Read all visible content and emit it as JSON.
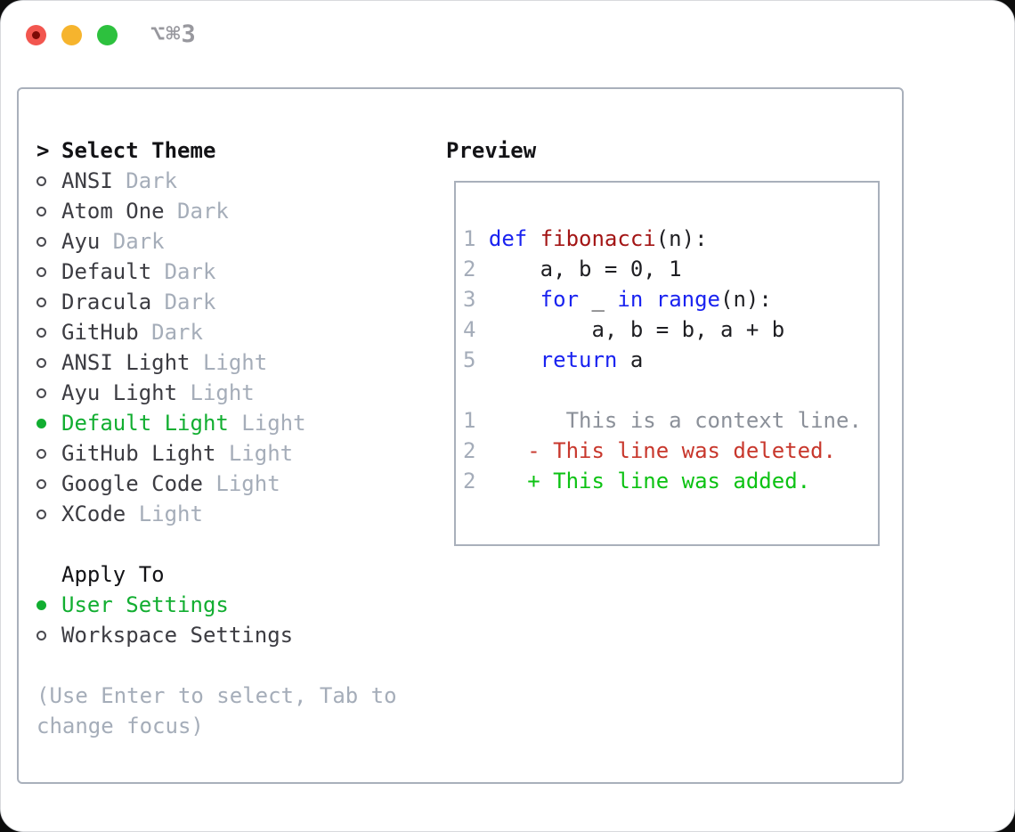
{
  "window": {
    "title": "⌥⌘3"
  },
  "titlebar_icons": [
    "close-icon",
    "minimize-icon",
    "zoom-icon"
  ],
  "theme_selector": {
    "cursor": ">",
    "header": "Select Theme",
    "items": [
      {
        "label": "ANSI",
        "variant": "Dark",
        "selected": false
      },
      {
        "label": "Atom One",
        "variant": "Dark",
        "selected": false
      },
      {
        "label": "Ayu",
        "variant": "Dark",
        "selected": false
      },
      {
        "label": "Default",
        "variant": "Dark",
        "selected": false
      },
      {
        "label": "Dracula",
        "variant": "Dark",
        "selected": false
      },
      {
        "label": "GitHub",
        "variant": "Dark",
        "selected": false
      },
      {
        "label": "ANSI Light",
        "variant": "Light",
        "selected": false
      },
      {
        "label": "Ayu Light",
        "variant": "Light",
        "selected": false
      },
      {
        "label": "Default Light",
        "variant": "Light",
        "selected": true
      },
      {
        "label": "GitHub Light",
        "variant": "Light",
        "selected": false
      },
      {
        "label": "Google Code",
        "variant": "Light",
        "selected": false
      },
      {
        "label": "XCode",
        "variant": "Light",
        "selected": false
      }
    ]
  },
  "apply_to": {
    "header": "Apply To",
    "options": [
      {
        "label": "User Settings",
        "selected": true
      },
      {
        "label": "Workspace Settings",
        "selected": false
      }
    ]
  },
  "hint": "(Use Enter to select, Tab to change focus)",
  "preview": {
    "header": "Preview",
    "lines": [
      {
        "num": "1",
        "segments": [
          {
            "t": "def",
            "c": "kw"
          },
          {
            "t": " "
          },
          {
            "t": "fibonacci",
            "c": "fn"
          },
          {
            "t": "(n):"
          }
        ]
      },
      {
        "num": "2",
        "segments": [
          {
            "t": "    a, b = 0, 1"
          }
        ]
      },
      {
        "num": "3",
        "segments": [
          {
            "t": "    "
          },
          {
            "t": "for",
            "c": "kw"
          },
          {
            "t": " _ "
          },
          {
            "t": "in",
            "c": "kw"
          },
          {
            "t": " "
          },
          {
            "t": "range",
            "c": "kw"
          },
          {
            "t": "(n):"
          }
        ]
      },
      {
        "num": "4",
        "segments": [
          {
            "t": "        a, b = b, a + b"
          }
        ]
      },
      {
        "num": "5",
        "segments": [
          {
            "t": "    "
          },
          {
            "t": "return",
            "c": "kw"
          },
          {
            "t": " a"
          }
        ]
      },
      {
        "num": "",
        "segments": []
      },
      {
        "num": "1",
        "segments": [
          {
            "t": "      This is a context line.",
            "c": "ctx"
          }
        ]
      },
      {
        "num": "2",
        "segments": [
          {
            "t": "   - This line was deleted.",
            "c": "del"
          }
        ]
      },
      {
        "num": "2",
        "segments": [
          {
            "t": "   + This line was added.",
            "c": "add"
          }
        ]
      }
    ]
  },
  "colors": {
    "selection_green": "#12ae31",
    "added_green": "#0cc213",
    "deleted_red": "#c8372c",
    "keyword_blue": "#1a23f0",
    "function_red": "#a31515",
    "muted_gray": "#a5adb9",
    "context_gray": "#8b9099",
    "border_gray": "#a9b0bb",
    "traffic_red": "#f2564f",
    "traffic_yellow": "#f6b42d",
    "traffic_green": "#2dc13e"
  }
}
